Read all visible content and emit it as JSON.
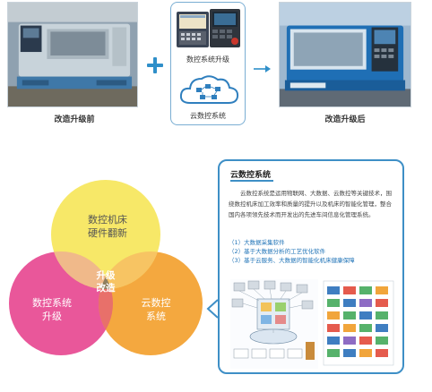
{
  "top": {
    "before_caption": "改造升级前",
    "after_caption": "改造升级后",
    "cnc_upgrade_label": "数控系统升级",
    "cloud_cnc_label": "云数控系统"
  },
  "venn": {
    "top_circle": [
      "数控机床",
      "硬件翻新"
    ],
    "left_circle": [
      "数控系统",
      "升级"
    ],
    "right_circle": [
      "云数控",
      "系统"
    ],
    "center": [
      "升级",
      "改造"
    ],
    "colors": {
      "top": "#f7e868",
      "left": "#e9579a",
      "right": "#f4a83f",
      "center": "#8f7f5f"
    }
  },
  "info": {
    "title": "云数控系统",
    "description": "云数控系统是运用物联网、大数据、云数控等关键技术，围绕数控机床加工效率和质量的提升以及机床的智能化管理，整合国内各项领先技术而开发出的先进车间信息化管理系统。",
    "items": [
      "（1）大数据采集软件",
      "（2）基于大数据分析的工艺优化软件",
      "（3）基于云服务、大数据的智能化机床健康保障"
    ],
    "accent_color": "#1f73b7"
  }
}
